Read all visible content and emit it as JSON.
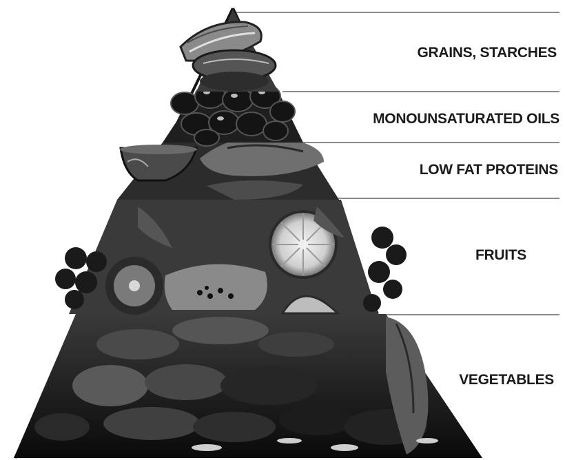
{
  "diagram": {
    "tiers": [
      {
        "label": "GRAINS, STARCHES"
      },
      {
        "label": "MONOUNSATURATED OILS"
      },
      {
        "label": "LOW FAT PROTEINS"
      },
      {
        "label": "FRUITS"
      },
      {
        "label": "VEGETABLES"
      }
    ]
  },
  "colors": {
    "ink": "#1b1b1b",
    "divider": "#8a8a8a",
    "background": "#ffffff"
  }
}
